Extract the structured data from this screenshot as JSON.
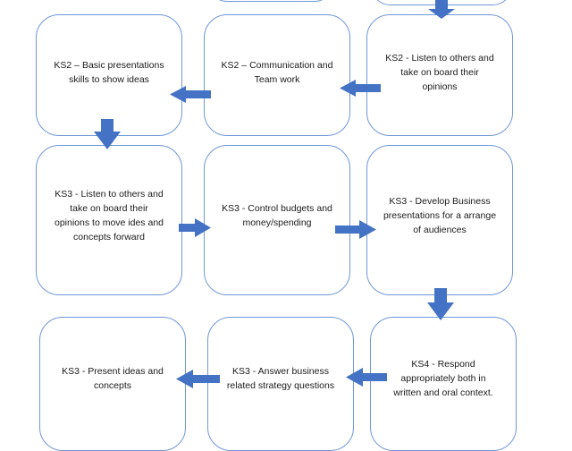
{
  "colors": {
    "box_border": "#6f97d8",
    "arrow": "#4472c4",
    "text": "#1a1a1a"
  },
  "boxes": {
    "ks2_basic_presentations": "KS2 – Basic presentations\nskills to show ideas",
    "ks2_communication": "KS2 – Communication and\nTeam work",
    "ks2_listen": "KS2  - Listen to others and\ntake on board their\nopinions",
    "ks3_listen": "KS3  - Listen to others and\ntake on board their\nopinions to move ides and\nconcepts forward",
    "ks3_budgets": "KS3  - Control budgets and\nmoney/spending",
    "ks3_business_presentations": "KS3  - Develop Business\npresentations for a arrange\nof audiences",
    "ks3_present": "KS3  - Present ideas and\nconcepts",
    "ks3_strategy": "KS3  - Answer business\nrelated strategy questions",
    "ks4_respond": "KS4  - Respond\nappropriately both in\nwritten and oral context."
  }
}
